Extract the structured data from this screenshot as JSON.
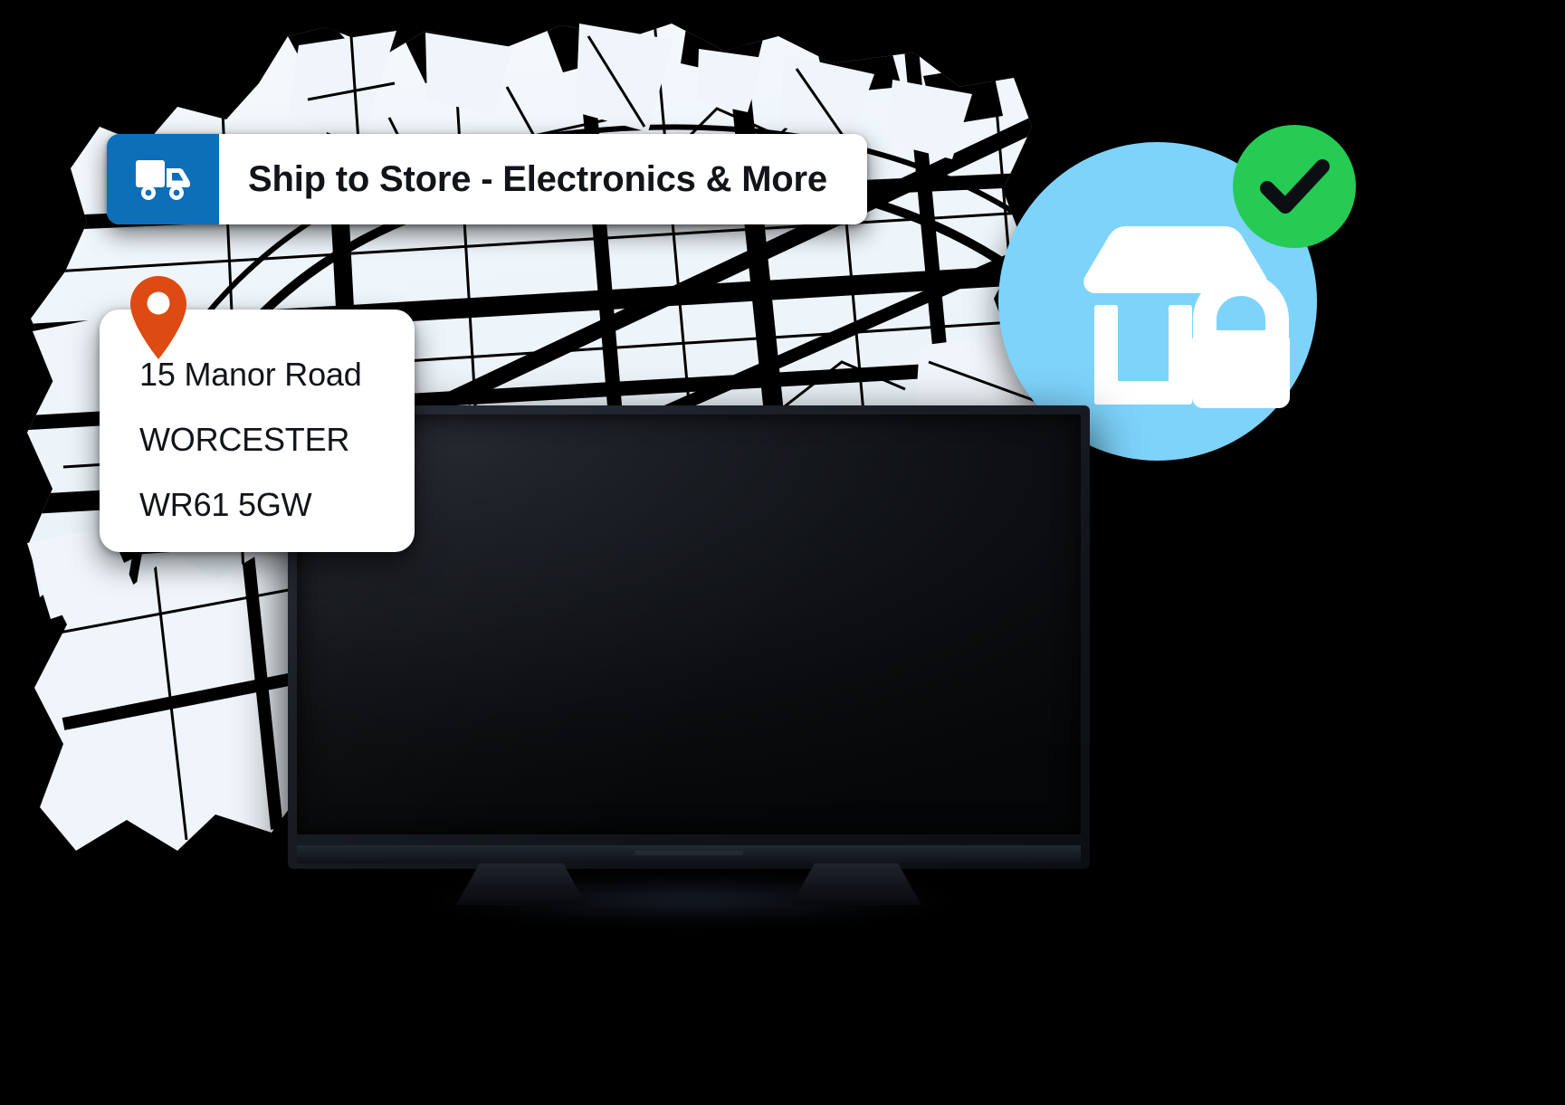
{
  "scene": {
    "title": "Ship to Store delivery illustration",
    "background_color": "#000000"
  },
  "ship_pill": {
    "icon": "delivery-truck-icon",
    "icon_bg_color": "#0d6fb8",
    "label": "Ship to Store - Electronics & More"
  },
  "address_card": {
    "pin_icon": "map-pin-icon",
    "pin_color": "#dd4b12",
    "lines": [
      "15 Manor Road",
      "WORCESTER",
      "WR61 5GW"
    ]
  },
  "store_badge": {
    "icon": "store-lock-icon",
    "circle_color": "#7ed3fb",
    "check": {
      "icon": "check-circle-icon",
      "circle_color": "#25cb53",
      "mark_color": "#0b0f14"
    }
  },
  "product": {
    "name": "flat-screen-television",
    "screen_state": "off",
    "bezel_color": "#1b2028"
  },
  "map": {
    "block_color": "#eff5fa",
    "road_color": "#000000"
  }
}
